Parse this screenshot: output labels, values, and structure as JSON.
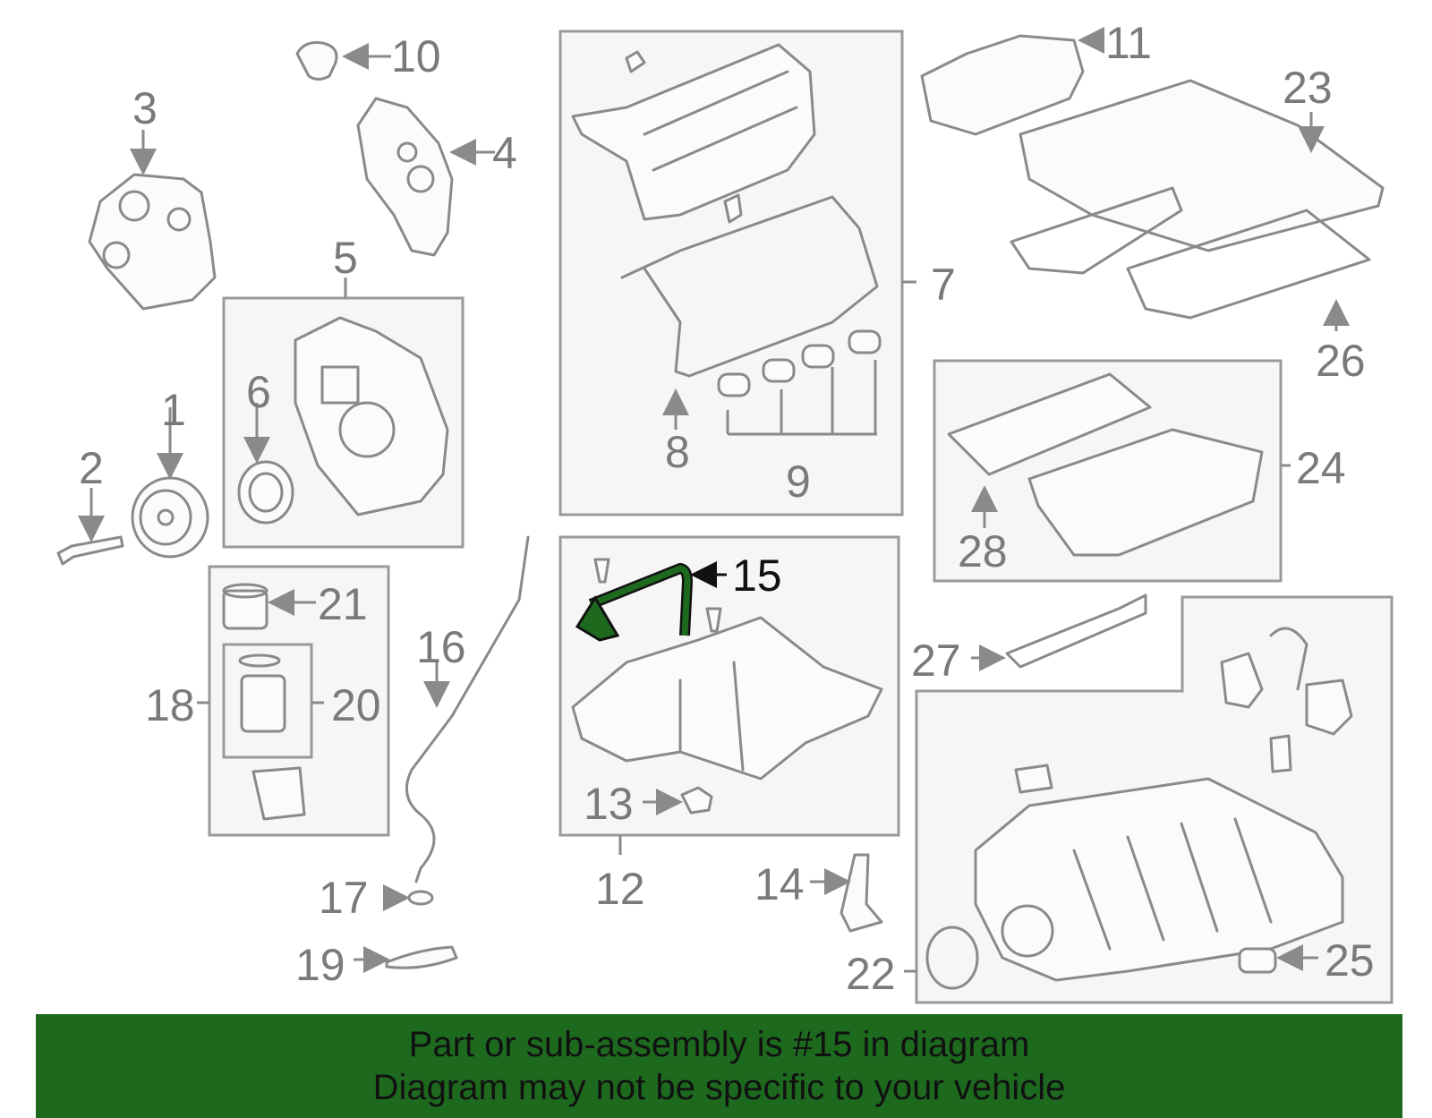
{
  "diagram": {
    "highlight_color": "#1d6a1f",
    "highlighted_part": "15",
    "callouts": [
      "1",
      "2",
      "3",
      "4",
      "5",
      "6",
      "7",
      "8",
      "9",
      "10",
      "11",
      "12",
      "13",
      "14",
      "15",
      "16",
      "17",
      "18",
      "19",
      "20",
      "21",
      "22",
      "23",
      "24",
      "25",
      "26",
      "27",
      "28"
    ]
  },
  "banner": {
    "background": "#1d6a1f",
    "line1": "Part or sub-assembly is #15 in diagram",
    "line2": "Diagram may not be specific to your vehicle"
  }
}
